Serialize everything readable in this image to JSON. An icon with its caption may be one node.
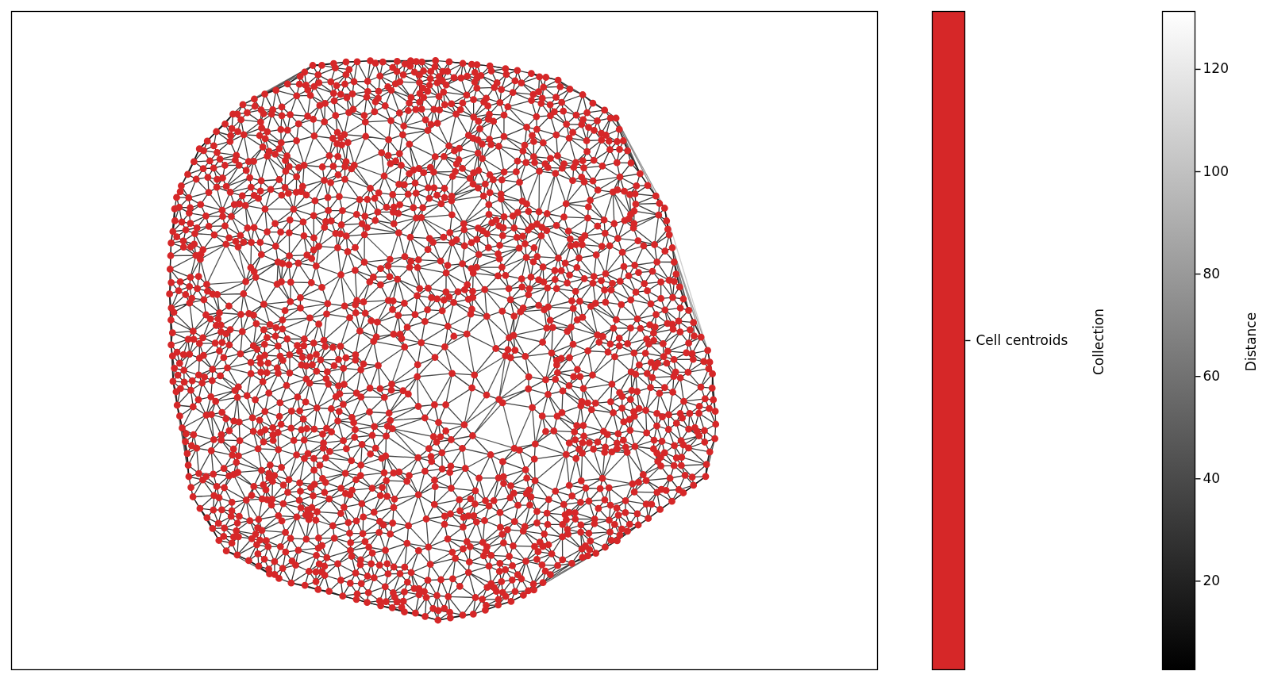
{
  "diagram": {
    "labels": [
      "Collection",
      "120",
      "100",
      "80",
      "60",
      "40",
      "20",
      "Distance"
    ],
    "legend": [
      {
        "text": "Cell centroids",
        "color": "#d62728"
      }
    ]
  }
}
